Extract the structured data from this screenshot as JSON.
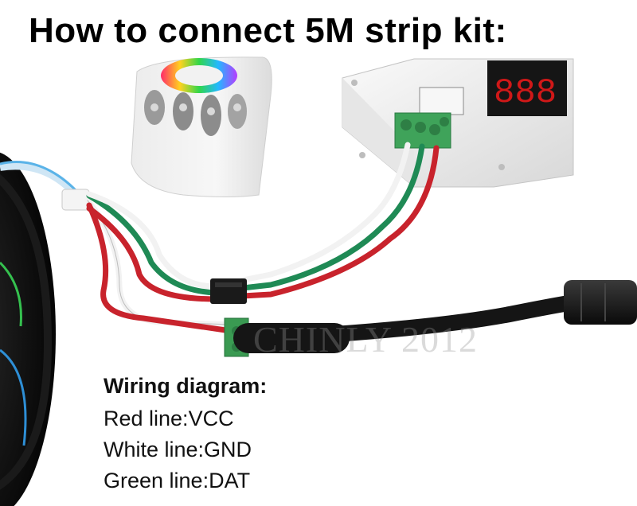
{
  "title": "How to connect 5M strip kit:",
  "watermark": "CHINLY 2012",
  "wiring": {
    "heading": "Wiring diagram:",
    "lines": [
      "Red line:VCC",
      "White line:GND",
      "Green line:DAT"
    ]
  },
  "colors": {
    "red_wire": "#c8232c",
    "white_wire": "#f2f2f2",
    "green_wire": "#1f8a55",
    "terminal_green": "#3fa35a",
    "controller_body": "#f3f3f3",
    "display_digits": "#d01818"
  }
}
